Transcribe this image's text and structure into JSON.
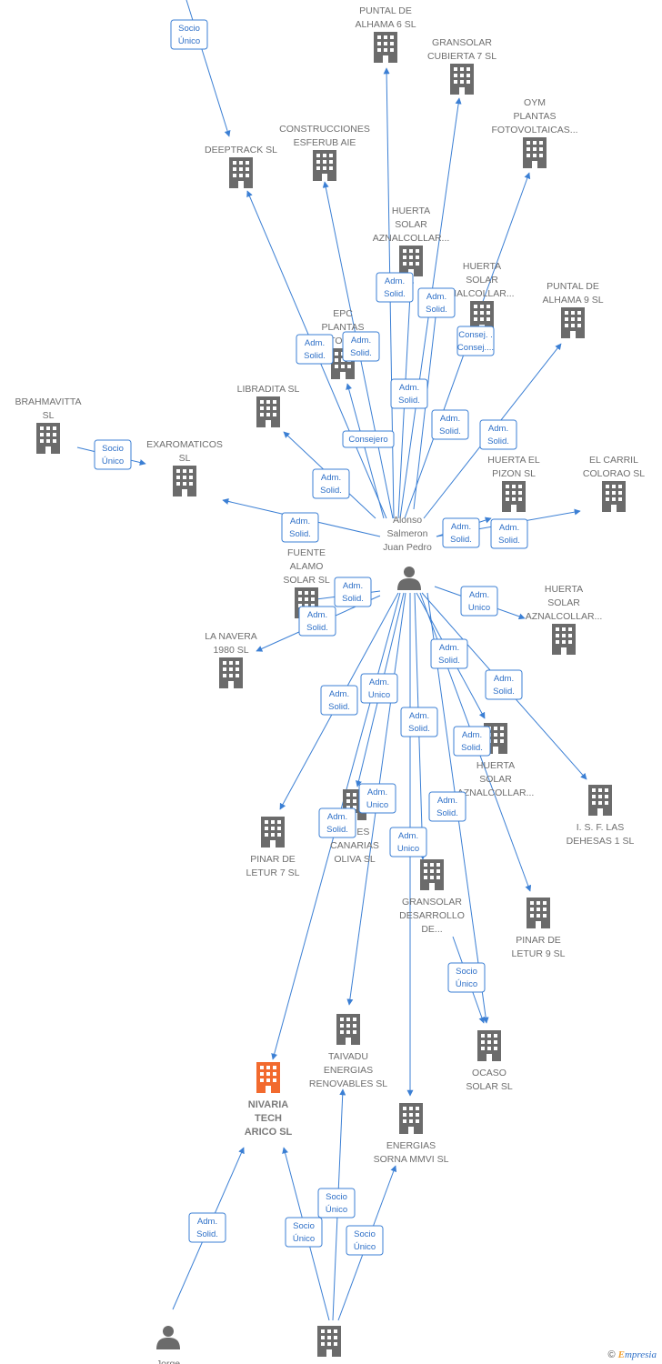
{
  "colors": {
    "edge": "#3b7fd4",
    "building": "#6b6b6b",
    "highlight": "#f26a2e",
    "person": "#6b6b6b"
  },
  "footer": {
    "copyright": "©",
    "brand_e": "E",
    "brand_rest": "mpresia"
  },
  "center": {
    "lines": [
      "Alonso",
      "Salmeron",
      "Juan Pedro"
    ]
  },
  "nodes": [
    {
      "id": "puntal6",
      "type": "company",
      "lines": [
        "PUNTAL DE",
        "ALHAMA 6 SL"
      ]
    },
    {
      "id": "gransolar7",
      "type": "company",
      "lines": [
        "GRANSOLAR",
        "CUBIERTA 7  SL"
      ]
    },
    {
      "id": "oym",
      "type": "company",
      "lines": [
        "OYM",
        "PLANTAS",
        "FOTOVOLTAICAS..."
      ]
    },
    {
      "id": "deeptrack",
      "type": "company",
      "lines": [
        "DEEPTRACK  SL"
      ]
    },
    {
      "id": "esferub",
      "type": "company",
      "lines": [
        "CONSTRUCCIONES",
        "ESFERUB  AIE"
      ]
    },
    {
      "id": "huerta1",
      "type": "company",
      "lines": [
        "HUERTA",
        "SOLAR",
        "AZNALCOLLAR..."
      ]
    },
    {
      "id": "huerta2",
      "type": "company",
      "lines": [
        "HUERTA",
        "SOLAR",
        "NALCOLLAR..."
      ]
    },
    {
      "id": "puntal9",
      "type": "company",
      "lines": [
        "PUNTAL DE",
        "ALHAMA 9 SL"
      ]
    },
    {
      "id": "epc",
      "type": "company",
      "lines": [
        "EPC",
        "PLANTAS",
        "FOTOVOL..."
      ]
    },
    {
      "id": "brahmavitta",
      "type": "company",
      "lines": [
        "BRAHMAVITTA",
        "SL"
      ]
    },
    {
      "id": "libradita",
      "type": "company",
      "lines": [
        "LIBRADITA SL"
      ]
    },
    {
      "id": "exaromaticos",
      "type": "company",
      "lines": [
        "EXAROMATICOS",
        "SL"
      ]
    },
    {
      "id": "pizon",
      "type": "company",
      "lines": [
        "HUERTA EL",
        "PIZON SL"
      ]
    },
    {
      "id": "carril",
      "type": "company",
      "lines": [
        "EL CARRIL",
        "COLORAO SL"
      ]
    },
    {
      "id": "fuente",
      "type": "company",
      "lines": [
        "FUENTE",
        "ALAMO",
        "SOLAR SL"
      ]
    },
    {
      "id": "navera",
      "type": "company",
      "lines": [
        "LA NAVERA",
        "1980 SL"
      ]
    },
    {
      "id": "huerta3",
      "type": "company",
      "lines": [
        "HUERTA",
        "SOLAR",
        "AZNALCOLLAR..."
      ]
    },
    {
      "id": "huerta4",
      "type": "company",
      "lines": [
        "HUERTA",
        "SOLAR",
        "AZNALCOLLAR..."
      ]
    },
    {
      "id": "dehesas",
      "type": "company",
      "lines": [
        "I.  S. F. LAS",
        "DEHESAS 1 SL"
      ]
    },
    {
      "id": "pinar7",
      "type": "company",
      "lines": [
        "PINAR DE",
        "LETUR 7 SL"
      ]
    },
    {
      "id": "canarias",
      "type": "company",
      "lines": [
        "IONES",
        "CANARIAS",
        "OLIVA SL"
      ]
    },
    {
      "id": "gransolardes",
      "type": "company",
      "lines": [
        "GRANSOLAR",
        "DESARROLLO",
        "DE..."
      ]
    },
    {
      "id": "pinar9",
      "type": "company",
      "lines": [
        "PINAR DE",
        "LETUR 9 SL"
      ]
    },
    {
      "id": "taivadu",
      "type": "company",
      "lines": [
        "TAIVADU",
        "ENERGIAS",
        "RENOVABLES SL"
      ]
    },
    {
      "id": "ocaso",
      "type": "company",
      "lines": [
        "OCASO",
        "SOLAR SL"
      ]
    },
    {
      "id": "nivaria",
      "type": "main",
      "lines": [
        "NIVARIA",
        "TECH",
        "ARICO  SL"
      ]
    },
    {
      "id": "sorna",
      "type": "company",
      "lines": [
        "ENERGIAS",
        "SORNA MMVI SL"
      ]
    },
    {
      "id": "jorge",
      "type": "person",
      "lines": [
        "Jorge"
      ]
    },
    {
      "id": "bottomco",
      "type": "company",
      "lines": []
    }
  ],
  "edge_labels": [
    {
      "id": "l1",
      "lines": [
        "Socio",
        "Único"
      ]
    },
    {
      "id": "l2",
      "lines": [
        "Adm.",
        "Solid."
      ]
    },
    {
      "id": "l3",
      "lines": [
        "Adm.",
        "Solid."
      ]
    },
    {
      "id": "l4",
      "lines": [
        "Consej. .",
        "Consej...."
      ]
    },
    {
      "id": "l5",
      "lines": [
        "Adm.",
        "Solid."
      ]
    },
    {
      "id": "l6",
      "lines": [
        "Adm.",
        "Solid."
      ]
    },
    {
      "id": "l7",
      "lines": [
        "Adm.",
        "Solid."
      ]
    },
    {
      "id": "l8",
      "lines": [
        "Consejero"
      ]
    },
    {
      "id": "l9",
      "lines": [
        "Adm.",
        "Solid."
      ]
    },
    {
      "id": "l10",
      "lines": [
        "Adm.",
        "Solid."
      ]
    },
    {
      "id": "l11",
      "lines": [
        "Socio",
        "Único"
      ]
    },
    {
      "id": "l12",
      "lines": [
        "Adm.",
        "Solid."
      ]
    },
    {
      "id": "l13",
      "lines": [
        "Adm.",
        "Solid."
      ]
    },
    {
      "id": "l14",
      "lines": [
        "Adm.",
        "Solid."
      ]
    },
    {
      "id": "l15",
      "lines": [
        "Adm.",
        "Solid."
      ]
    },
    {
      "id": "l16",
      "lines": [
        "Adm.",
        "Solid."
      ]
    },
    {
      "id": "l17",
      "lines": [
        "Adm.",
        "Solid."
      ]
    },
    {
      "id": "l18",
      "lines": [
        "Adm.",
        "Unico"
      ]
    },
    {
      "id": "l19",
      "lines": [
        "Adm.",
        "Solid."
      ]
    },
    {
      "id": "l20",
      "lines": [
        "Adm.",
        "Solid."
      ]
    },
    {
      "id": "l21",
      "lines": [
        "Adm.",
        "Solid."
      ]
    },
    {
      "id": "l22",
      "lines": [
        "Adm.",
        "Unico"
      ]
    },
    {
      "id": "l23",
      "lines": [
        "Adm.",
        "Solid."
      ]
    },
    {
      "id": "l24",
      "lines": [
        "Adm.",
        "Solid."
      ]
    },
    {
      "id": "l25",
      "lines": [
        "Adm.",
        "Unico"
      ]
    },
    {
      "id": "l26",
      "lines": [
        "Adm.",
        "Solid."
      ]
    },
    {
      "id": "l27",
      "lines": [
        "Adm.",
        "Solid."
      ]
    },
    {
      "id": "l28",
      "lines": [
        "Adm.",
        "Unico"
      ]
    },
    {
      "id": "l29",
      "lines": [
        "Socio",
        "Único"
      ]
    },
    {
      "id": "l30",
      "lines": [
        "Adm.",
        "Solid."
      ]
    },
    {
      "id": "l31",
      "lines": [
        "Socio",
        "Único"
      ]
    },
    {
      "id": "l32",
      "lines": [
        "Socio",
        "Único"
      ]
    },
    {
      "id": "l33",
      "lines": [
        "Socio",
        "Único"
      ]
    },
    {
      "id": "l34",
      "lines": [
        "Adm.",
        "Solid."
      ]
    }
  ]
}
